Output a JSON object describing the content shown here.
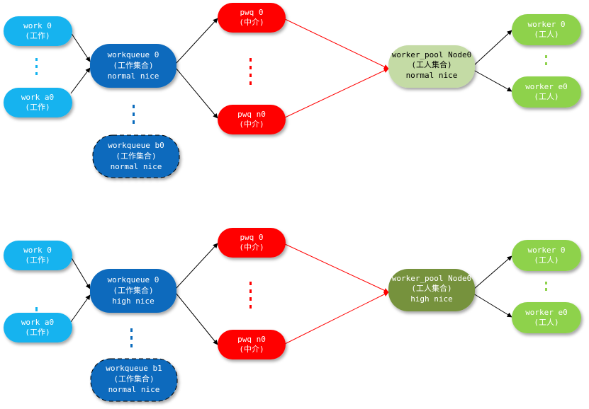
{
  "colors": {
    "work": "#12b3ef",
    "workqueue": "#0a6bbd",
    "workqueue_dashed": "#0a6bbd",
    "pwq": "#ff0000",
    "pool_normal": "#c4dba5",
    "pool_high": "#76923c",
    "worker": "#8ed24c",
    "edge_black": "#000000",
    "edge_red": "#ff0000"
  },
  "diagrams": [
    {
      "id": "normal",
      "work_top": {
        "line1": "work 0",
        "line2": "(工作)"
      },
      "work_bottom": {
        "line1": "work a0",
        "line2": "(工作)"
      },
      "workqueue_main": {
        "line1": "workqueue 0",
        "line2": "(工作集合)",
        "line3": "normal nice"
      },
      "workqueue_other": {
        "line1": "workqueue b0",
        "line2": "(工作集合)",
        "line3": "normal nice"
      },
      "pwq_top": {
        "line1": "pwq 0",
        "line2": "(中介)"
      },
      "pwq_bottom": {
        "line1": "pwq n0",
        "line2": "(中介)"
      },
      "pool": {
        "line1": "worker_pool Node0",
        "line2": "(工人集合)",
        "line3": "normal nice"
      },
      "worker_top": {
        "line1": "worker 0",
        "line2": "(工人)"
      },
      "worker_bottom": {
        "line1": "worker e0",
        "line2": "(工人)"
      }
    },
    {
      "id": "high",
      "work_top": {
        "line1": "work 0",
        "line2": "(工作)"
      },
      "work_bottom": {
        "line1": "work a0",
        "line2": "(工作)"
      },
      "workqueue_main": {
        "line1": "workqueue 0",
        "line2": "(工作集合)",
        "line3": "high nice"
      },
      "workqueue_other": {
        "line1": "workqueue b1",
        "line2": "(工作集合)",
        "line3": "normal nice"
      },
      "pwq_top": {
        "line1": "pwq 0",
        "line2": "(中介)"
      },
      "pwq_bottom": {
        "line1": "pwq n0",
        "line2": "(中介)"
      },
      "pool": {
        "line1": "worker_pool Node0",
        "line2": "(工人集合)",
        "line3": "high nice"
      },
      "worker_top": {
        "line1": "worker 0",
        "line2": "(工人)"
      },
      "worker_bottom": {
        "line1": "worker e0",
        "line2": "(工人)"
      }
    }
  ]
}
